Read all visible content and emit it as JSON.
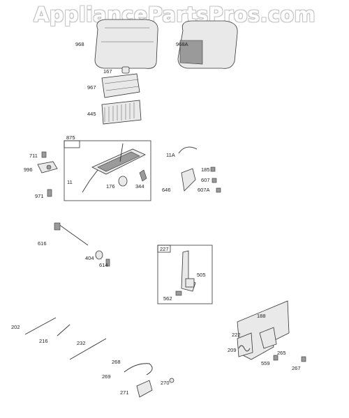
{
  "watermark": "AppliancePartsPros.com",
  "callouts": {
    "b875": "875",
    "b227": "227"
  },
  "labels": {
    "p968": "968",
    "p968A": "968A",
    "p167": "167",
    "p967": "967",
    "p445": "445",
    "p711": "711",
    "p996": "996",
    "p971": "971",
    "p11": "11",
    "p176": "176",
    "p344": "344",
    "p11A": "11A",
    "p185": "185",
    "p607": "607",
    "p607A": "607A",
    "p646": "646",
    "p616": "616",
    "p404": "404",
    "p614": "614",
    "p505": "505",
    "p562": "562",
    "p202": "202",
    "p216": "216",
    "p232": "232",
    "p188": "188",
    "p222": "222",
    "p209": "209",
    "p265": "265",
    "p559": "559",
    "p267": "267",
    "p268": "268",
    "p269": "269",
    "p270": "270",
    "p271": "271"
  }
}
